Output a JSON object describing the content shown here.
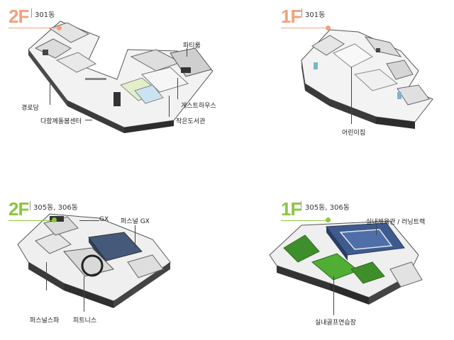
{
  "accent_colors": {
    "orange": "#f2a07b",
    "green": "#8bc53f"
  },
  "panels": [
    {
      "floor": "2F",
      "building": "301동",
      "labels": [
        "파티룸",
        "경로당",
        "게스트하우스",
        "다함께돌봄센터",
        "작은도서관"
      ]
    },
    {
      "floor": "1F",
      "building": "301동",
      "labels": [
        "어린이집"
      ]
    },
    {
      "floor": "2F",
      "building": "305동, 306동",
      "labels": [
        "GX",
        "퍼스널 GX",
        "퍼스널스파",
        "피트니스"
      ]
    },
    {
      "floor": "1F",
      "building": "305동, 306동",
      "labels": [
        "실내체육관 / 러닝트랙",
        "실내골프연습장"
      ]
    }
  ]
}
